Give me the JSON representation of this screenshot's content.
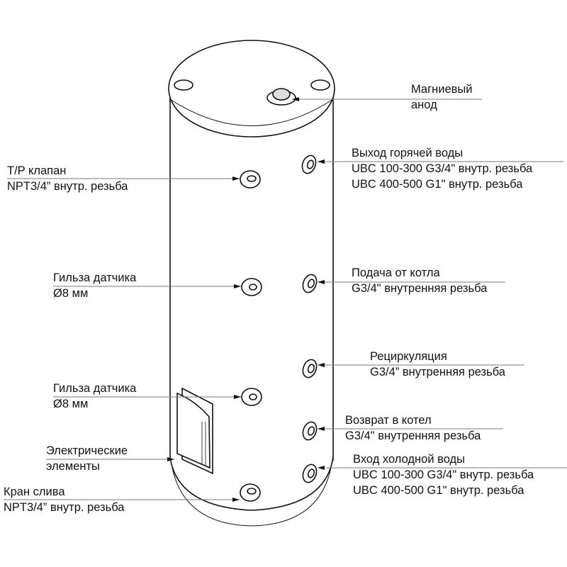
{
  "diagram": {
    "subject": "water-heater-tank",
    "colors": {
      "outline": "#111111",
      "leader": "#7a7a7a",
      "background": "#ffffff"
    }
  },
  "labels": {
    "anode": {
      "line1": "Магниевый",
      "line2": "анод"
    },
    "hot_out": {
      "line1": "Выход горячей воды",
      "line2": "UBC 100-300 G3/4\" внутр. резьба",
      "line3": "UBC 400-500 G1\" внутр. резьба"
    },
    "tp_valve": {
      "line1": "T/P клапан",
      "line2": "NPT3/4” внутр. резьба"
    },
    "sensor1": {
      "line1": "Гильза датчика",
      "line2": "Ø8 мм"
    },
    "boiler_flow": {
      "line1": "Подача от котла",
      "line2": "G3/4\" внутренняя резьба"
    },
    "recirc": {
      "line1": "Рециркуляция",
      "line2": "G3/4” внутренняя резьба"
    },
    "sensor2": {
      "line1": "Гильза датчика",
      "line2": "Ø8 мм"
    },
    "boiler_return": {
      "line1": "Возврат в котел",
      "line2": "G3/4\" внутренняя резьба"
    },
    "electric": {
      "line1": "Электрические",
      "line2": "элементы"
    },
    "cold_in": {
      "line1": "Вход холодной воды",
      "line2": "UBC 100-300 G3/4\" внутр. резьба",
      "line3": "UBC 400-500 G1\" внутр. резьба"
    },
    "drain": {
      "line1": "Кран слива",
      "line2": "NPT3/4” внутр. резьба"
    }
  }
}
